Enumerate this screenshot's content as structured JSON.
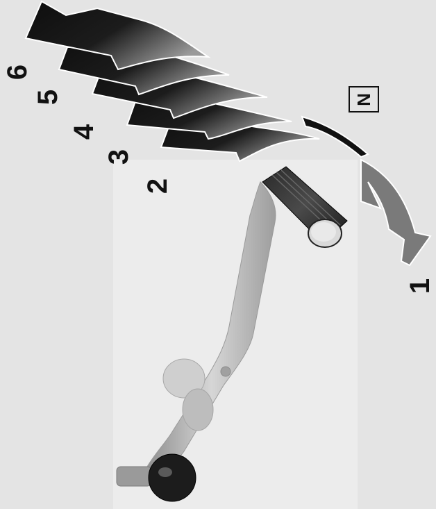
{
  "diagram": {
    "gears_up": [
      "6",
      "5",
      "4",
      "3",
      "2"
    ],
    "gear_down": "1",
    "neutral": "N"
  },
  "colors": {
    "background": "#e4e4e4",
    "panel": "#ececec",
    "arrow_dark": "#111111",
    "arrow_grey": "#7a7a7a",
    "lever": "#b9b9b9"
  }
}
